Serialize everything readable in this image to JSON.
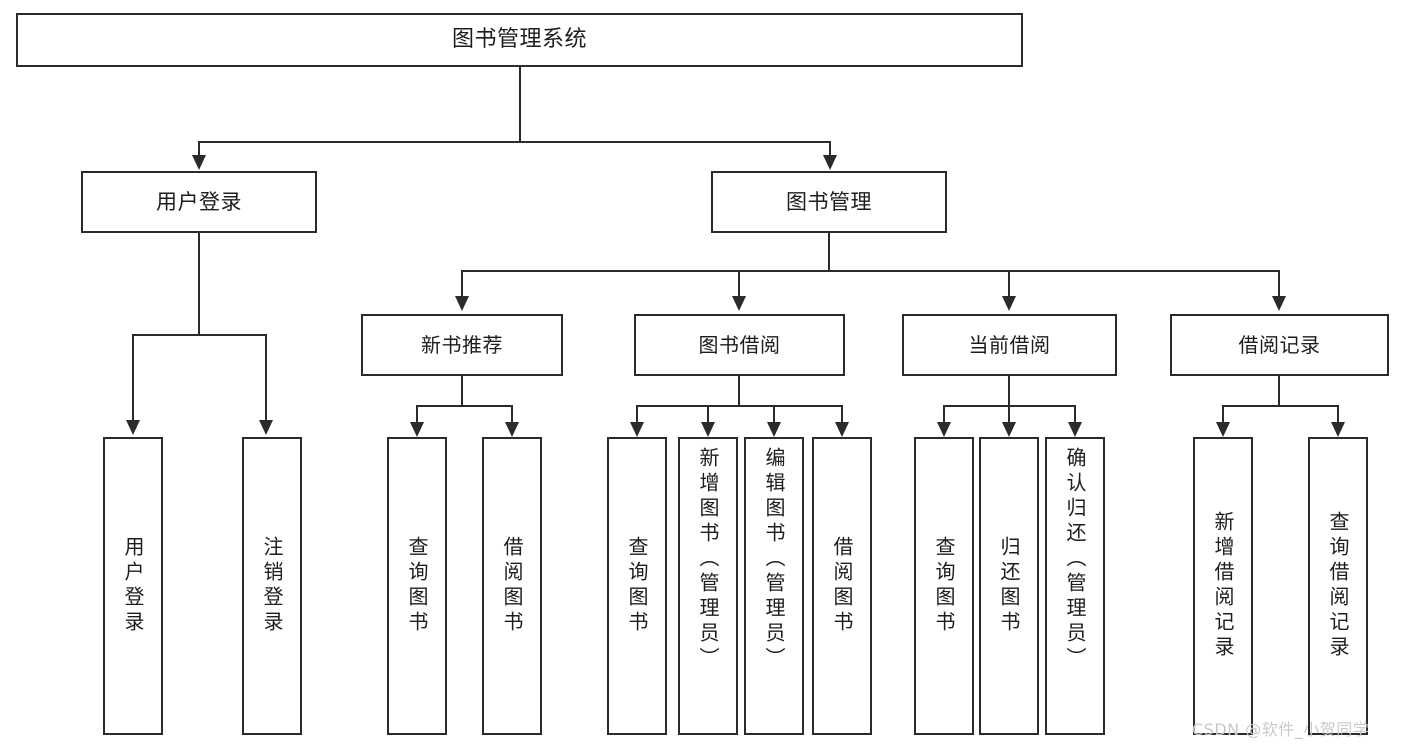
{
  "diagram": {
    "type": "tree-hierarchy-chart",
    "root": {
      "label": "图书管理系统"
    },
    "level2": [
      {
        "label": "用户登录"
      },
      {
        "label": "图书管理"
      }
    ],
    "level3": [
      {
        "label": "新书推荐"
      },
      {
        "label": "图书借阅"
      },
      {
        "label": "当前借阅"
      },
      {
        "label": "借阅记录"
      }
    ],
    "leaves": {
      "user_login": [
        {
          "label": "用户登录"
        },
        {
          "label": "注销登录"
        }
      ],
      "new_book_recommend": [
        {
          "label": "查询图书"
        },
        {
          "label": "借阅图书"
        }
      ],
      "book_borrow": [
        {
          "label": "查询图书"
        },
        {
          "label": "新增图书（管理员）"
        },
        {
          "label": "编辑图书（管理员）"
        },
        {
          "label": "借阅图书"
        }
      ],
      "current_borrow": [
        {
          "label": "查询图书"
        },
        {
          "label": "归还图书"
        },
        {
          "label": "确认归还（管理员）"
        }
      ],
      "borrow_record": [
        {
          "label": "新增借阅记录"
        },
        {
          "label": "查询借阅记录"
        }
      ]
    }
  },
  "watermark": {
    "text": "CSDN @软件_小贺同学"
  },
  "colors": {
    "background": "#ffffff",
    "box_border": "#2b2b2b",
    "box_fill": "#ffffff",
    "text": "#1d1d1d",
    "connector": "#2b2b2b",
    "watermark": "#c9c9c9"
  }
}
